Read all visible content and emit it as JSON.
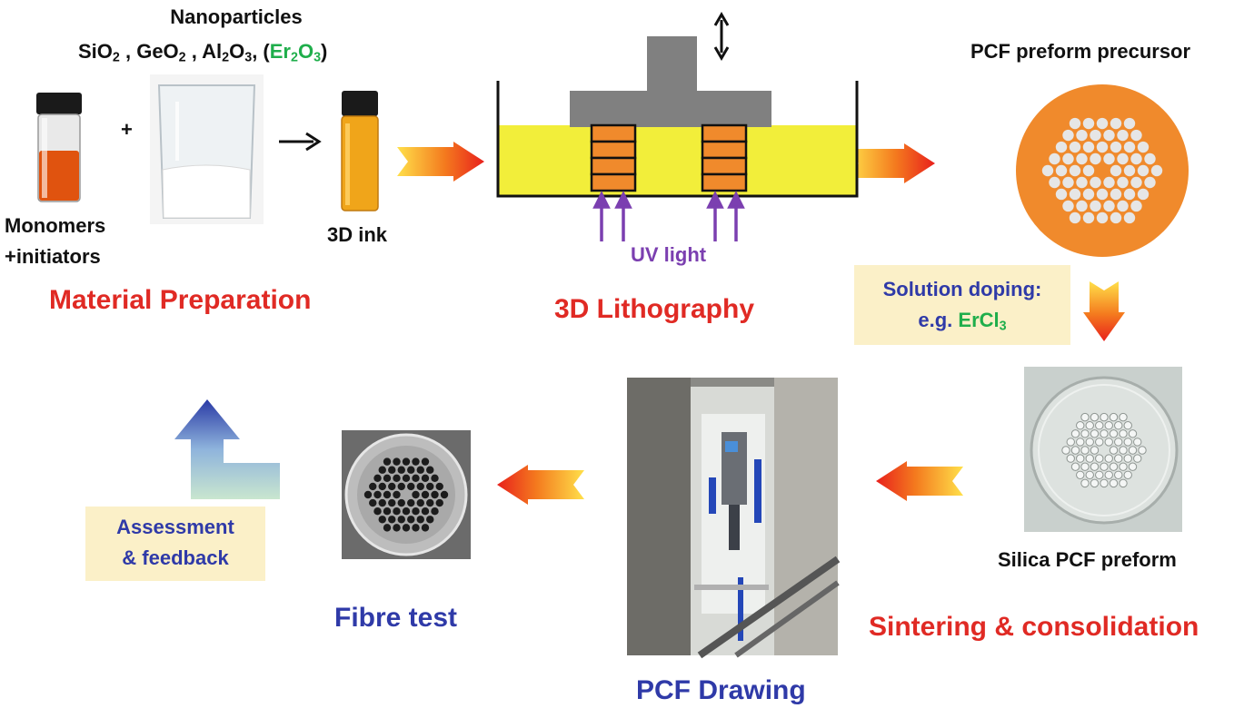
{
  "material": {
    "nanoparticles_label": "Nanoparticles",
    "formula": {
      "sio": "SiO",
      "sio_sub": "2",
      "sep1": " , ",
      "geo": "GeO",
      "geo_sub": "2",
      "sep2": " , ",
      "al": "Al",
      "al_sub": "2",
      "o": "O",
      "o_sub": "3",
      "paren_open": ", (",
      "er": "Er",
      "er_sub": "2",
      "er_o": "O",
      "er_o_sub": "3",
      "paren_close": ")"
    },
    "plus": "+",
    "monomers_line1": "Monomers",
    "monomers_line2": "+initiators",
    "ink_label": "3D ink",
    "title": "Material Preparation"
  },
  "lithography": {
    "uv_label": "UV light",
    "title": "3D Lithography"
  },
  "precursor": {
    "title": "PCF preform precursor"
  },
  "doping": {
    "line1": "Solution doping:",
    "line2_prefix": "e.g. ",
    "line2_chem": "ErCl",
    "line2_sub": "3"
  },
  "preform": {
    "label": "Silica PCF preform",
    "title": "Sintering & consolidation"
  },
  "drawing": {
    "title": "PCF Drawing"
  },
  "fibre": {
    "title": "Fibre test"
  },
  "assessment": {
    "line1": "Assessment",
    "line2": "& feedback"
  },
  "colors": {
    "red_title": "#e02a24",
    "blue_title": "#2f3aa8",
    "green_chem": "#1fae4b",
    "uv_purple": "#7b3fb0",
    "resin_yellow": "#f2ee3a",
    "orange": "#f08a2c",
    "note_bg": "#fbf0c8"
  }
}
